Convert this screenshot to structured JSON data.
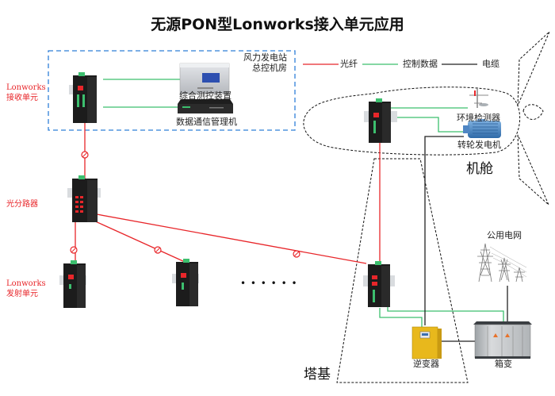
{
  "title": "无源PON型Lonworks接入单元应用",
  "legend": {
    "items": [
      {
        "label": "光纤",
        "color": "#e8262a"
      },
      {
        "label": "控制数据",
        "color": "#3cbf6e"
      },
      {
        "label": "电缆",
        "color": "#222222"
      }
    ]
  },
  "control_room": {
    "label_line1": "风力发电站",
    "label_line2": "总控机房",
    "devices": [
      {
        "label": "综合测控装置"
      },
      {
        "label": "数据通信管理机"
      }
    ]
  },
  "side_labels": {
    "receiver_line1": "Lonworks",
    "receiver_line2": "接收单元",
    "splitter": "光分路器",
    "transmitter_line1": "Lonworks",
    "transmitter_line2": "发射单元"
  },
  "nacelle": {
    "label": "机舱",
    "devices": [
      {
        "label": "环境检测器"
      },
      {
        "label": "转轮发电机"
      }
    ]
  },
  "tower_base": {
    "label": "塔基",
    "devices": [
      {
        "label": "逆变器"
      },
      {
        "label": "箱变"
      }
    ]
  },
  "grid": {
    "label": "公用电网"
  },
  "ellipsis": "• • • • • •",
  "colors": {
    "fiber": "#e8262a",
    "control": "#3cbf6e",
    "cable": "#222222",
    "room_border": "#2f7fd8",
    "device_body": "#1c1c1c",
    "inverter": "#e8b81c",
    "substation": "#b8bcbf"
  }
}
